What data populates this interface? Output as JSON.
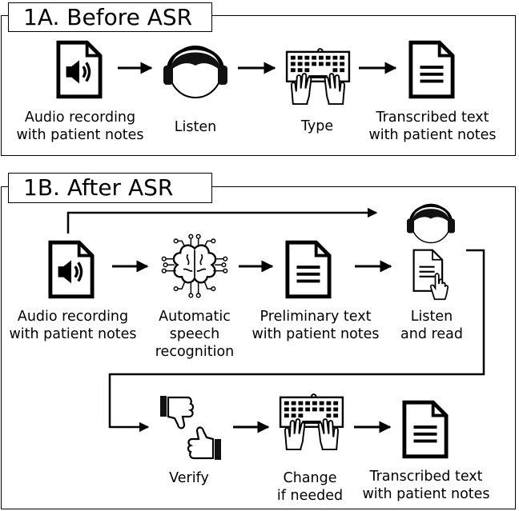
{
  "panel_a": {
    "title": "1A. Before ASR",
    "steps": [
      {
        "label": "Audio recording\nwith patient notes",
        "icon": "audio-file-icon"
      },
      {
        "label": "Listen",
        "icon": "headphones-person-icon"
      },
      {
        "label": "Type",
        "icon": "keyboard-hands-icon"
      },
      {
        "label": "Transcribed text\nwith patient notes",
        "icon": "text-document-icon"
      }
    ]
  },
  "panel_b": {
    "title": "1B. After ASR",
    "steps": [
      {
        "label": "Audio recording\nwith patient notes",
        "icon": "audio-file-icon"
      },
      {
        "label": "Automatic\nspeech\nrecognition",
        "icon": "brain-circuit-icon"
      },
      {
        "label": "Preliminary text\nwith patient notes",
        "icon": "text-document-icon"
      },
      {
        "label": "Listen\nand read",
        "icon": "headphones-document-hand-icon"
      },
      {
        "label": "Verify",
        "icon": "thumbs-up-down-icon"
      },
      {
        "label": "Change\nif needed",
        "icon": "keyboard-hands-icon"
      },
      {
        "label": "Transcribed text\nwith patient notes",
        "icon": "text-document-icon"
      }
    ]
  },
  "colors": {
    "stroke": "#000000",
    "fill": "#111111",
    "background": "#ffffff"
  }
}
